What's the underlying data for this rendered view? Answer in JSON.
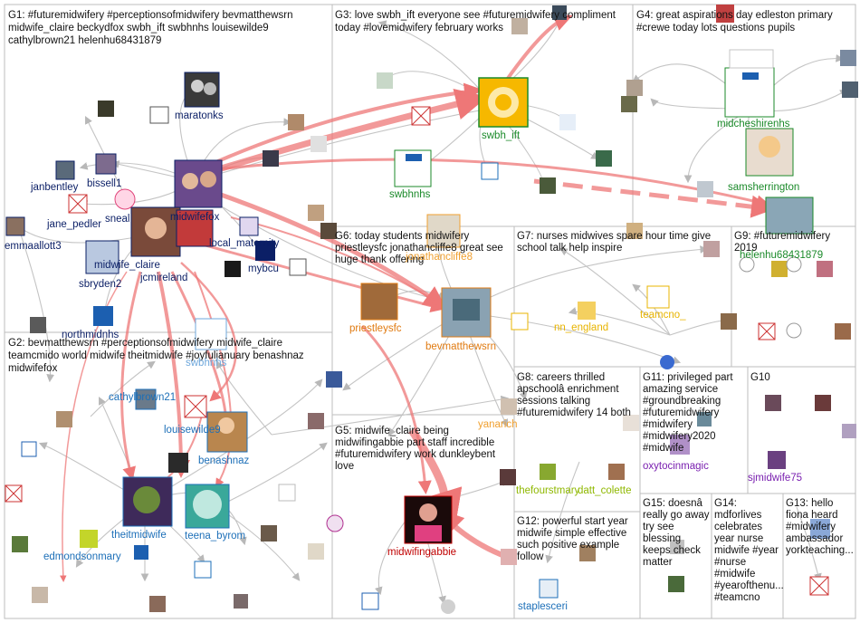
{
  "groups": [
    {
      "id": "G1",
      "lines": [
        "G1: #futuremidwifery #perceptionsofmidwifery bevmatthewsrn",
        "midwife_claire beckydfox swbh_ift swbhnhs louisewilde9",
        "cathylbrown21 helenhu68431879"
      ]
    },
    {
      "id": "G2",
      "lines": [
        "G2: bevmatthewsrn #perceptionsofmidwifery midwife_claire",
        "teamcmido world midwife theitmidwife #joyfuljanuary benashnaz",
        "midwifefox"
      ]
    },
    {
      "id": "G3",
      "lines": [
        "G3: love swbh_ift everyone see #futuremidwifery compliment",
        "today #lovemidwifery february works"
      ]
    },
    {
      "id": "G4",
      "lines": [
        "G4: great aspirations day edleston primary",
        "#crewe today lots questions pupils"
      ]
    },
    {
      "id": "G5",
      "lines": [
        "G5: midwife_claire being",
        "midwifingabbie part staff incredible",
        "#futuremidwifery work dunkleybent",
        "love"
      ]
    },
    {
      "id": "G6",
      "lines": [
        "G6: today students midwifery",
        "priestleysfc jonathancliffe8 great see",
        "huge thank offering"
      ]
    },
    {
      "id": "G7",
      "lines": [
        "G7: nurses midwives spare hour time give",
        "school talk help inspire"
      ]
    },
    {
      "id": "G8",
      "lines": [
        "G8: careers thrilled",
        "apschoolâ enrichment",
        "sessions talking",
        "#futuremidwifery 14 both"
      ]
    },
    {
      "id": "G9",
      "lines": [
        "G9: #futuremidwifery",
        "2019"
      ]
    },
    {
      "id": "G10",
      "lines": [
        "G10"
      ]
    },
    {
      "id": "G11",
      "lines": [
        "G11: privileged part",
        "amazing service",
        "#groundbreaking",
        "#futuremidwifery",
        "#midwifery",
        "#midwifery2020",
        "#midwife",
        "oxytocinmagic"
      ]
    },
    {
      "id": "G12",
      "lines": [
        "G12: powerful start year",
        "midwife simple effective",
        "such positive example",
        "follow"
      ]
    },
    {
      "id": "G13",
      "lines": [
        "G13: hello",
        "fiona heard",
        "#midwifery",
        "ambassador",
        "yorkteaching..."
      ]
    },
    {
      "id": "G14",
      "lines": [
        "G14:",
        "mdforlives",
        "celebrates",
        "year nurse",
        "midwife #year",
        "#nurse",
        "#midwife",
        "#yearofthenu...",
        "#teamcno"
      ]
    },
    {
      "id": "G15",
      "lines": [
        "G15: doesnâ",
        "really go away",
        "try see",
        "blessing",
        "keeps check",
        "matter"
      ]
    }
  ],
  "nodes": [
    {
      "label": "swbh_ift",
      "color": "#1b8a2a"
    },
    {
      "label": "swbhnhs",
      "color": "#1b8a2a"
    },
    {
      "label": "midcheshirenhs",
      "color": "#1b8a2a"
    },
    {
      "label": "samsherrington",
      "color": "#1b8a2a"
    },
    {
      "label": "helenhu68431879",
      "color": "#1b8a2a"
    },
    {
      "label": "maratonks",
      "color": "#0b1f66"
    },
    {
      "label": "janbentley",
      "color": "#0b1f66"
    },
    {
      "label": "bissell1",
      "color": "#0b1f66"
    },
    {
      "label": "jane_pedler",
      "color": "#0b1f66"
    },
    {
      "label": "sneal",
      "color": "#0b1f66"
    },
    {
      "label": "midwifefox",
      "color": "#0b1f66"
    },
    {
      "label": "emmaallott3",
      "color": "#0b1f66"
    },
    {
      "label": "local_maternity",
      "color": "#0b1f66"
    },
    {
      "label": "midwife_claire",
      "color": "#0b1f66"
    },
    {
      "label": "jcmireland",
      "color": "#0b1f66"
    },
    {
      "label": "mybcu",
      "color": "#0b1f66"
    },
    {
      "label": "sbryden2",
      "color": "#0b1f66"
    },
    {
      "label": "northmidnhs",
      "color": "#0b1f66"
    },
    {
      "label": "swbhnhs",
      "color": "#6fa8dc"
    },
    {
      "label": "cathylbrown21",
      "color": "#1c6fb8"
    },
    {
      "label": "louisewilde9",
      "color": "#1c6fb8"
    },
    {
      "label": "benashnaz",
      "color": "#1c6fb8"
    },
    {
      "label": "theitmidwife",
      "color": "#1c6fb8"
    },
    {
      "label": "teena_byrom",
      "color": "#1c6fb8"
    },
    {
      "label": "edmondsonmary",
      "color": "#1c6fb8"
    },
    {
      "label": "jonathancliffe8",
      "color": "#f0a030"
    },
    {
      "label": "priestleysfc",
      "color": "#e07a10"
    },
    {
      "label": "bevmatthewsrn",
      "color": "#e07a10"
    },
    {
      "label": "yanarich",
      "color": "#f0a030"
    },
    {
      "label": "nn_england",
      "color": "#e8b400"
    },
    {
      "label": "teamcno_",
      "color": "#e8b400"
    },
    {
      "label": "thefourstmary",
      "color": "#8fb800"
    },
    {
      "label": "datt_colette",
      "color": "#8fb800"
    },
    {
      "label": "oxytocinmagic",
      "color": "#7a20b0"
    },
    {
      "label": "sjmidwife75",
      "color": "#7a20b0"
    },
    {
      "label": "midwifingabbie",
      "color": "#c00000"
    },
    {
      "label": "staplesceri",
      "color": "#1c6fb8"
    }
  ]
}
